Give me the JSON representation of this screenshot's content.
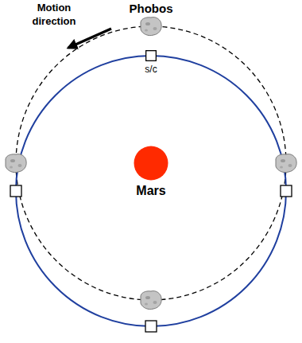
{
  "diagram": {
    "nodes": [
      {
        "text": [
          "Phobos"
        ]
      },
      {
        "text": [
          "s/c"
        ]
      },
      {
        "text": [
          "Mars"
        ]
      }
    ],
    "labels": [
      "Motion direction"
    ]
  }
}
